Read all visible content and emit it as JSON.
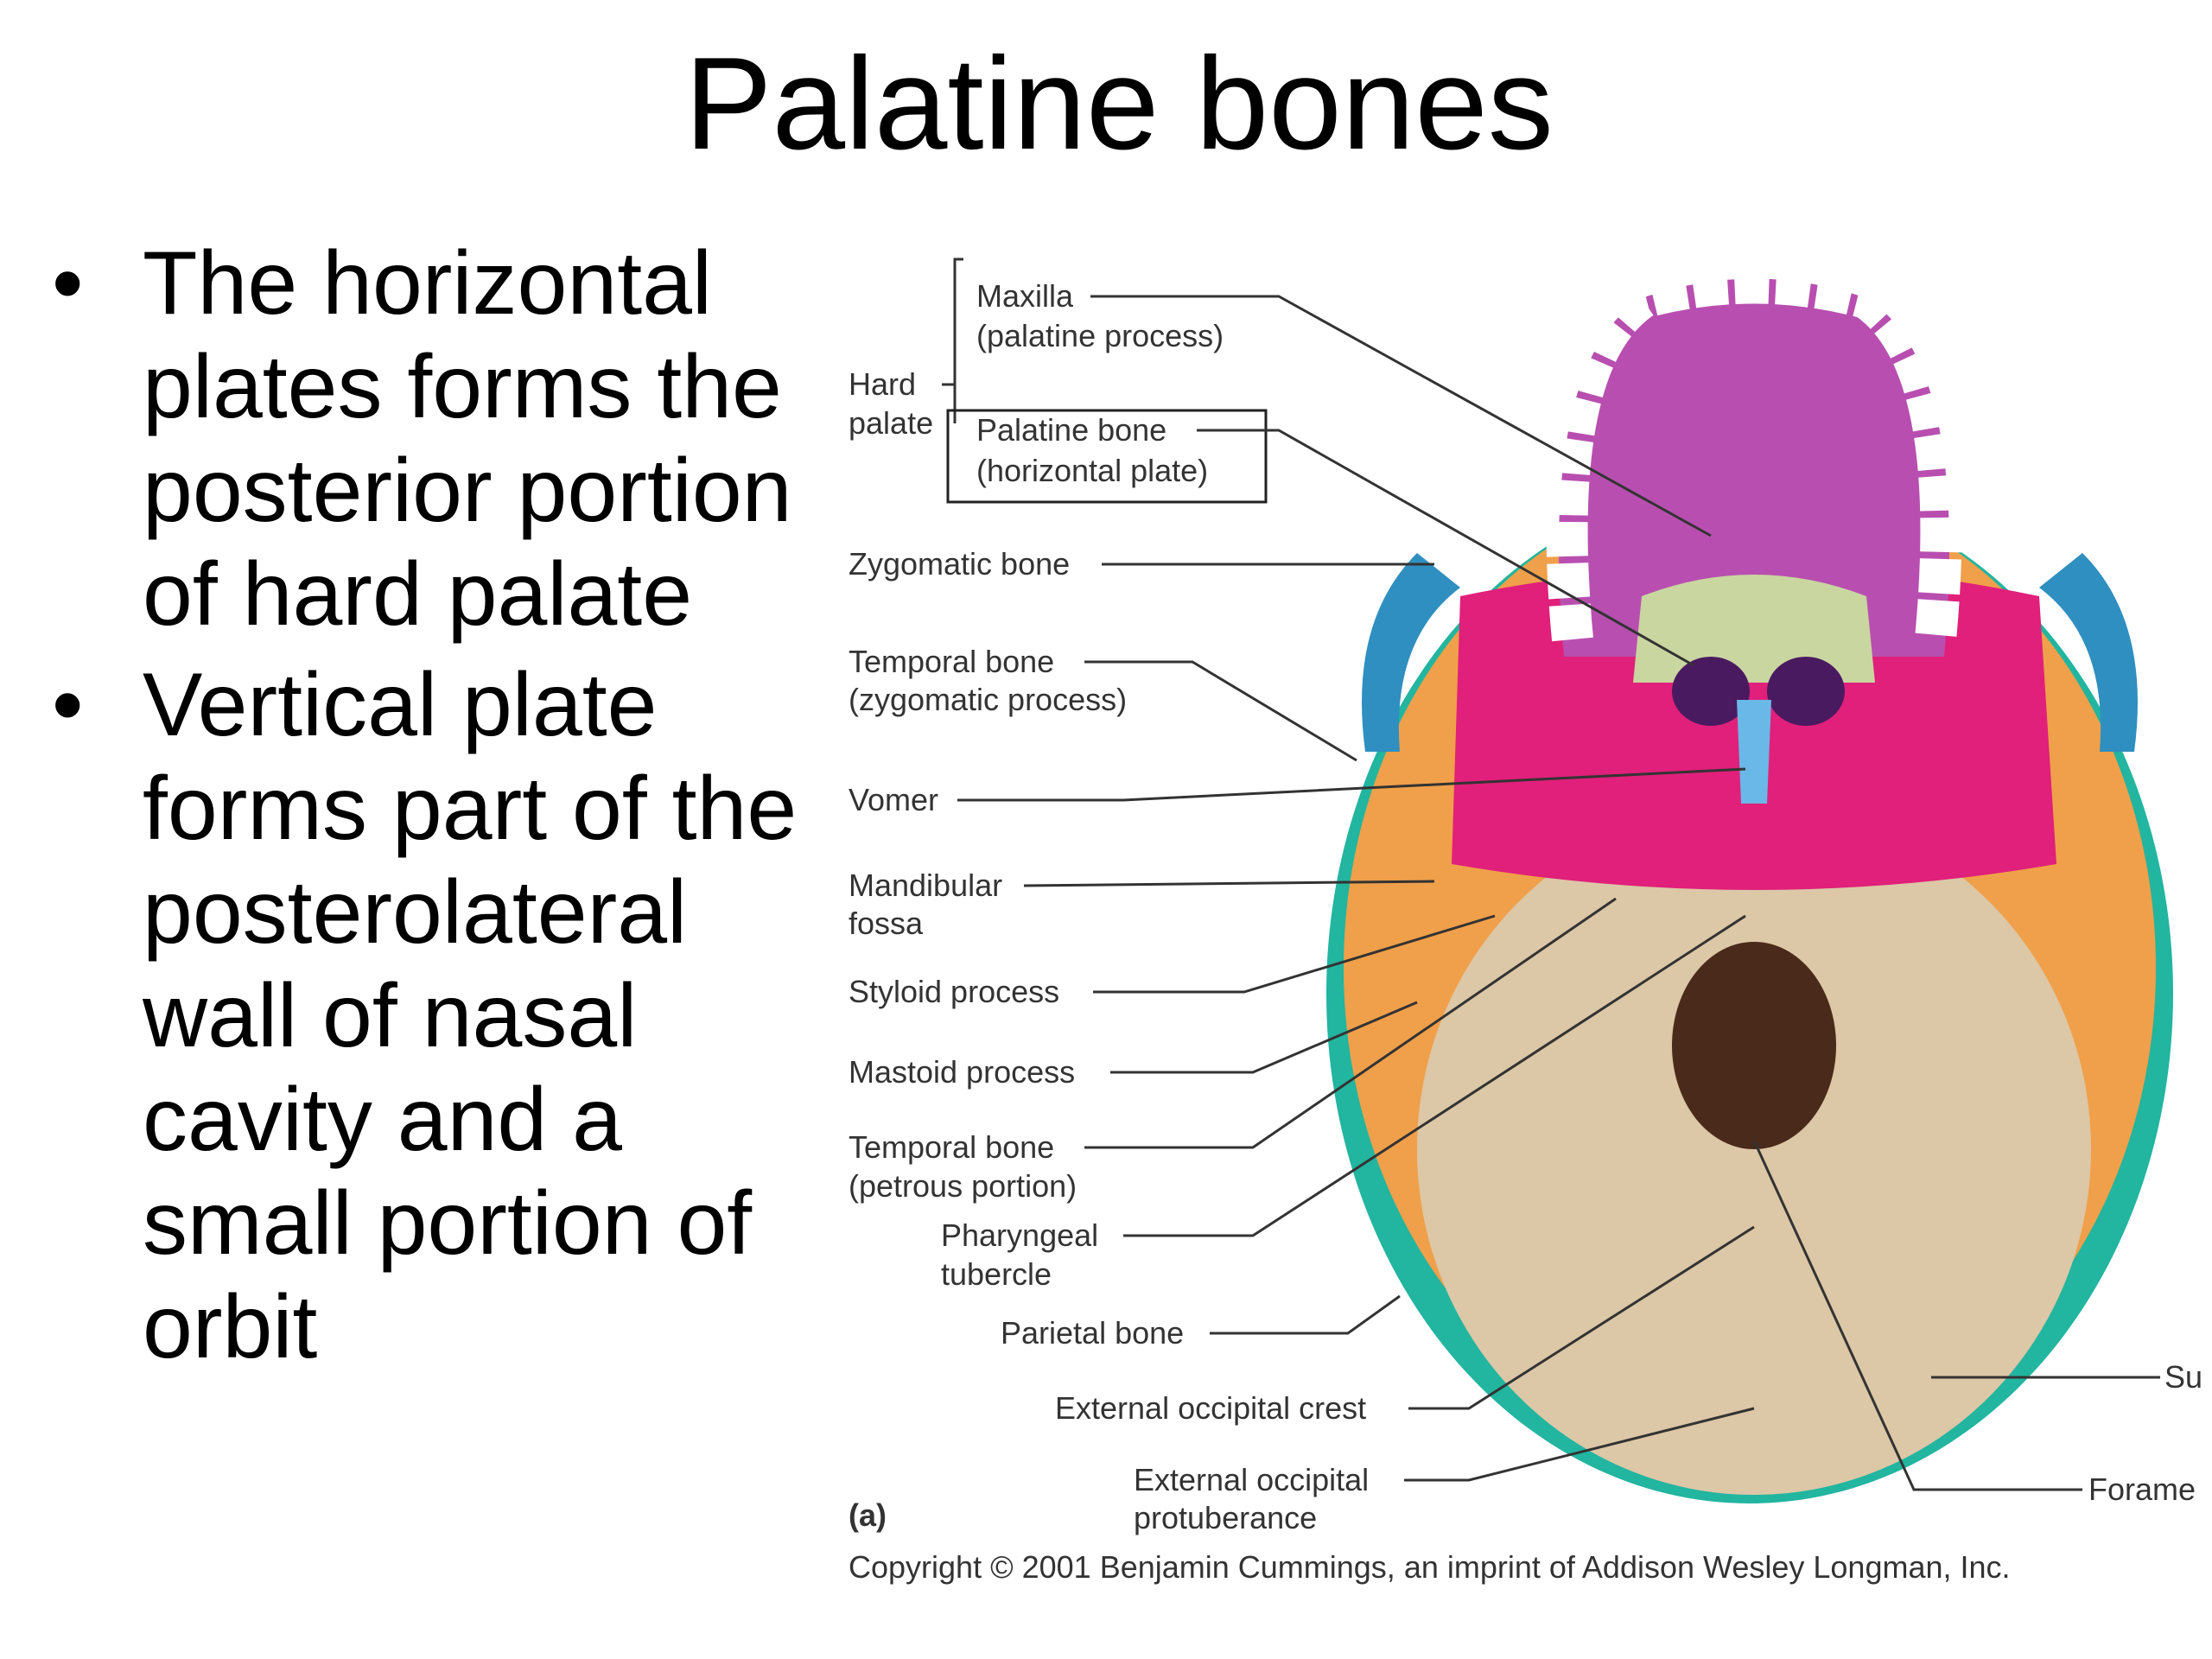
{
  "slide": {
    "title": "Palatine bones",
    "bullets": [
      {
        "marker": "•",
        "text": "The horizontal plates forms the posterior portion of hard palate"
      },
      {
        "marker": "•",
        "text": "Vertical plate forms part of the posterolateral wall of nasal cavity and a small portion of orbit"
      }
    ]
  },
  "figure": {
    "labels": {
      "maxilla": "Maxilla",
      "maxilla_sub": "(palatine process)",
      "hard": "Hard",
      "palate": "palate",
      "palatine_bone": "Palatine bone",
      "palatine_bone_sub": "(horizontal plate)",
      "zygomatic_bone": "Zygomatic bone",
      "temporal_bone_1": "Temporal bone",
      "temporal_bone_1_sub": "(zygomatic process)",
      "vomer": "Vomer",
      "mandibular": "Mandibular",
      "fossa": "fossa",
      "styloid": "Styloid process",
      "mastoid": "Mastoid process",
      "temporal_bone_2": "Temporal bone",
      "temporal_bone_2_sub": "(petrous portion)",
      "pharyngeal": "Pharyngeal",
      "tubercle": "tubercle",
      "parietal": "Parietal bone",
      "ext_occ_crest": "External occipital crest",
      "ext_occ_prot": "External occipital",
      "ext_occ_prot_2": "protuberance",
      "su_cut": "Su",
      "foramen_cut": "Forame"
    },
    "panel_letter": "(a)",
    "copyright": "Copyright © 2001 Benjamin Cummings, an imprint of Addison Wesley Longman, Inc.",
    "colors": {
      "maxilla": "#b84fb0",
      "palatine": "#c9d6a0",
      "sphenoid": "#e0207a",
      "zygomatic": "#2f8fc0",
      "temporal": "#f0a04a",
      "occipital": "#dcc7a6",
      "parietal": "#22b5a0",
      "vomer": "#6ab8e8"
    }
  }
}
